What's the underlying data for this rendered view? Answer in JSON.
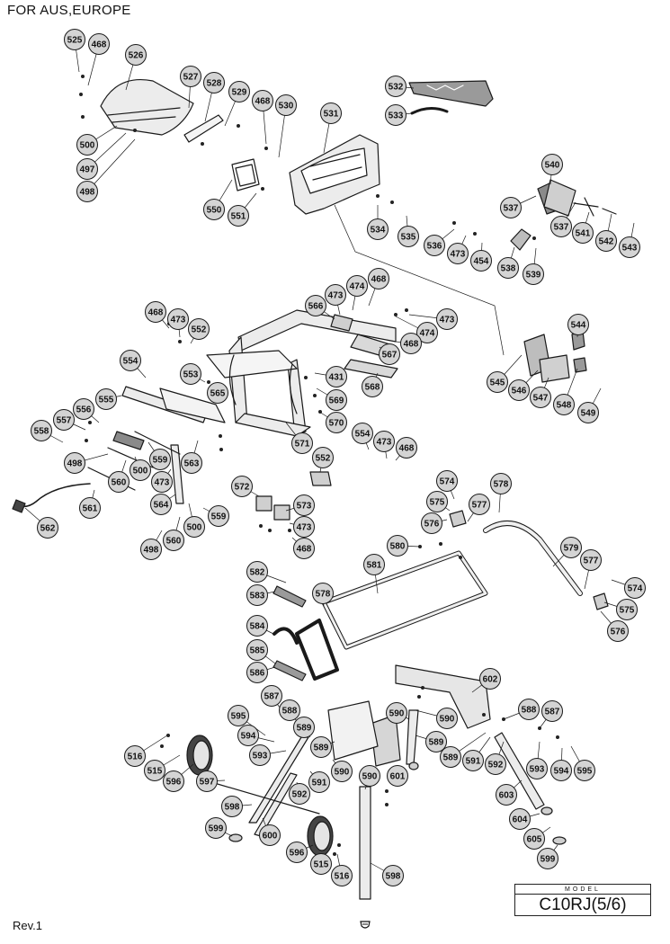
{
  "header": {
    "region": "FOR  AUS,EUROPE"
  },
  "footer": {
    "revision": "Rev.1",
    "model_label": "MODEL",
    "model_value": "C10RJ(5/6)"
  },
  "callouts": [
    "525",
    "468",
    "526",
    "527",
    "528",
    "529",
    "468",
    "530",
    "531",
    "532",
    "533",
    "500",
    "497",
    "498",
    "550",
    "551",
    "534",
    "535",
    "540",
    "537",
    "537",
    "541",
    "542",
    "543",
    "536",
    "473",
    "454",
    "538",
    "539",
    "566",
    "473",
    "474",
    "468",
    "468",
    "473",
    "552",
    "474",
    "473",
    "468",
    "567",
    "554",
    "553",
    "565",
    "431",
    "569",
    "570",
    "568",
    "544",
    "545",
    "546",
    "547",
    "548",
    "549",
    "555",
    "556",
    "557",
    "558",
    "498",
    "559",
    "500",
    "560",
    "563",
    "571",
    "554",
    "473",
    "468",
    "552",
    "473",
    "564",
    "561",
    "562",
    "500",
    "559",
    "560",
    "498",
    "572",
    "573",
    "473",
    "468",
    "574",
    "578",
    "575",
    "577",
    "576",
    "579",
    "577",
    "574",
    "575",
    "576",
    "580",
    "581",
    "582",
    "583",
    "578",
    "584",
    "585",
    "586",
    "602",
    "587",
    "588",
    "595",
    "594",
    "589",
    "593",
    "589",
    "590",
    "590",
    "589",
    "588",
    "587",
    "516",
    "515",
    "596",
    "597",
    "590",
    "591",
    "592",
    "590",
    "601",
    "589",
    "591",
    "592",
    "593",
    "594",
    "595",
    "598",
    "600",
    "599",
    "596",
    "515",
    "516",
    "598",
    "603",
    "604",
    "605",
    "599"
  ],
  "colors": {
    "ink": "#1a1a1a",
    "callout_fill": "#d4d4d4",
    "part_fill": "#ececec",
    "part_dark": "#8a8a8a"
  }
}
